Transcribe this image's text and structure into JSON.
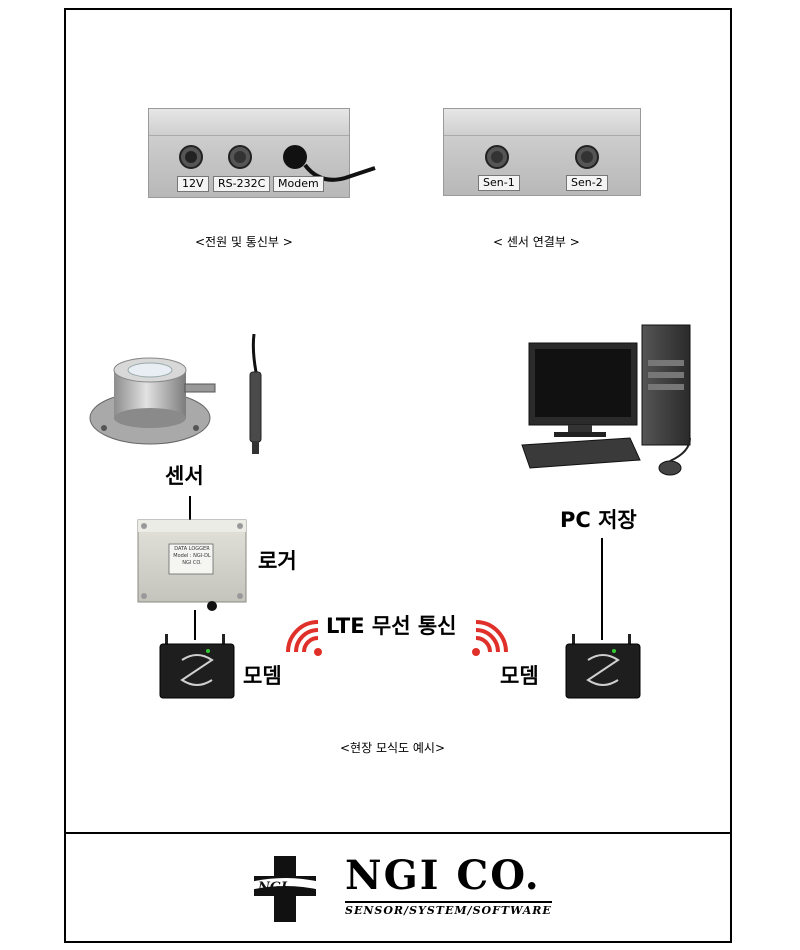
{
  "panels": {
    "power_comm": {
      "labels": [
        "12V",
        "RS-232C",
        "Modem"
      ],
      "caption": "<전원 및 통신부 >"
    },
    "sensor_conn": {
      "labels": [
        "Sen-1",
        "Sen-2"
      ],
      "caption": "< 센서 연결부 >"
    }
  },
  "diagram": {
    "sensor_label": "센서",
    "logger_label": "로거",
    "modem_left_label": "모뎀",
    "modem_right_label": "모뎀",
    "pc_label": "PC 저장",
    "link_label": "LTE 무선 통신",
    "logger_box_text": [
      "DATA LOGGER",
      "Model : NGI-DL",
      "NGI CO."
    ],
    "caption": "<현장 모식도 예시>"
  },
  "footer": {
    "company": "NGI CO.",
    "tagline": "SENSOR/SYSTEM/SOFTWARE",
    "emblem_text": "NGI"
  },
  "colors": {
    "signal_red": "#e0302a",
    "panel_gray": "#c8c8c8",
    "device_dark": "#1e1e1e"
  }
}
